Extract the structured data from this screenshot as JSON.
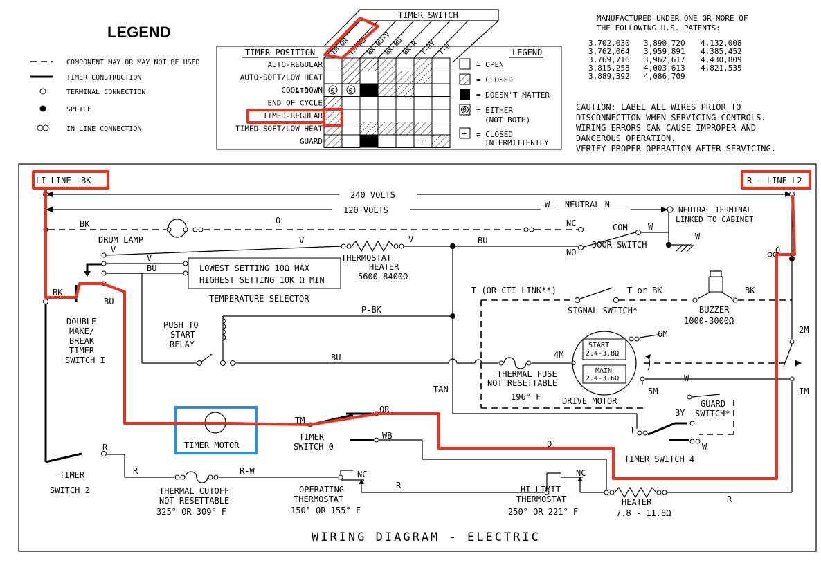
{
  "legend_left": {
    "title": "LEGEND",
    "items": [
      "COMPONENT MAY OR MAY NOT BE USED",
      "TIMER CONSTRUCTION",
      "TERMINAL CONNECTION",
      "SPLICE",
      "IN LINE CONNECTION"
    ]
  },
  "timer_table": {
    "header": "TIMER SWITCH",
    "position_header": "TIMER POSITION",
    "columns": [
      "TM-OR",
      "TM-WB",
      "BK-BU-V",
      "BK-BU",
      "BK-R",
      "T-BY",
      "T-W"
    ],
    "rows": [
      "AUTO-REGULAR",
      "AUTO-SOFT/LOW HEAT",
      "COOL DOWN",
      "END OF CYCLE",
      "TIMED-REGULAR",
      "TIMED-SOFT/LOW HEAT",
      "GUARD"
    ],
    "cool_down_extra": "AIR",
    "legend_title": "LEGEND",
    "legend_items": [
      "= OPEN",
      "= CLOSED",
      "= DOESN'T MATTER",
      "= EITHER",
      "(NOT BOTH)",
      "= CLOSED",
      "INTERMITTENTLY"
    ]
  },
  "patents": {
    "line1": "MANUFACTURED UNDER ONE OR MORE OF",
    "line2": "THE FOLLOWING U.S. PATENTS:",
    "col1": [
      "3,702,030",
      "3,762,064",
      "3,769,716",
      "3,815,258",
      "3,889,392"
    ],
    "col2": [
      "3,890,720",
      "3,959,891",
      "3,962,617",
      "4,003,613",
      "4,086,709"
    ],
    "col3": [
      "4,132,008",
      "4,385,452",
      "4,430,809",
      "4,821,535"
    ]
  },
  "caution": [
    "CAUTION: LABEL ALL WIRES PRIOR TO",
    "DISCONNECTION WHEN SERVICING CONTROLS.",
    "WIRING ERRORS CAN CAUSE IMPROPER AND",
    "DANGEROUS OPERATION.",
    "VERIFY PROPER OPERATION AFTER SERVICING."
  ],
  "diagram": {
    "l1": "LI LINE -BK",
    "l2": "R - LINE L2",
    "v240": "240 VOLTS",
    "v120": "120 VOLTS",
    "neutral": "W - NEUTRAL N",
    "neutral_terminal": [
      "NEUTRAL TERMINAL",
      "LINKED TO CABINET"
    ],
    "bk": "BK",
    "o": "O",
    "nc": "NC",
    "no": "NO",
    "com": "COM",
    "w": "W",
    "drum_lamp": "DRUM LAMP",
    "door_switch": "DOOR SWITCH",
    "v": "V",
    "bu": "BU",
    "thermostat_heater": [
      "THERMOSTAT",
      "HEATER",
      "5600-8400Ω"
    ],
    "temp_selector": [
      "LOWEST SETTING   10Ω  MAX",
      "HIGHEST SETTING  10K Ω MIN",
      "TEMPERATURE SELECTOR"
    ],
    "signal_link": "T (OR CTI LINK**)",
    "t_or_bk": "T or BK",
    "signal_switch": "SIGNAL SWITCH*",
    "buzzer": [
      "BUZZER",
      "1000-3000Ω"
    ],
    "double_switch": [
      "DOUBLE",
      "MAKE/",
      "BREAK",
      "TIMER",
      "SWITCH I"
    ],
    "push_to_start": [
      "PUSH TO",
      "START",
      "RELAY"
    ],
    "p_bk": "P-BK",
    "tan": "TAN",
    "thermal_fuse": [
      "THERMAL FUSE",
      "NOT RESETTABLE",
      "196° F"
    ],
    "motor_start": [
      "START",
      "2.4-3.8Ω"
    ],
    "motor_main": [
      "MAIN",
      "2.4-3.6Ω"
    ],
    "drive_motor": "DRIVE MOTOR",
    "m4": "4M",
    "m5": "5M",
    "m6": "6M",
    "m2": "2M",
    "m1": "IM",
    "guard_switch": [
      "GUARD",
      "SWITCH*"
    ],
    "by": "BY",
    "t": "T",
    "timer_switch4": "TIMER SWITCH 4",
    "timer_motor": "TIMER MOTOR",
    "tm": "TM",
    "or": "OR",
    "wb": "WB",
    "timer_switch0": [
      "TIMER",
      "SWITCH 0"
    ],
    "timer_switch2": [
      "TIMER",
      "SWITCH 2"
    ],
    "r": "R",
    "r_w": "R-W",
    "thermal_cutoff": [
      "THERMAL CUTOFF",
      "NOT RESETTABLE",
      "325° OR 309° F"
    ],
    "operating_thermostat": [
      "OPERATING",
      "THERMOSTAT",
      "150° OR 155° F"
    ],
    "hi_limit": [
      "HI LIMIT",
      "THERMOSTAT",
      "250° OR 221° F"
    ],
    "heater": [
      "HEATER",
      "7.8 - 11.8Ω"
    ],
    "footer": "WIRING DIAGRAM - ELECTRIC"
  }
}
